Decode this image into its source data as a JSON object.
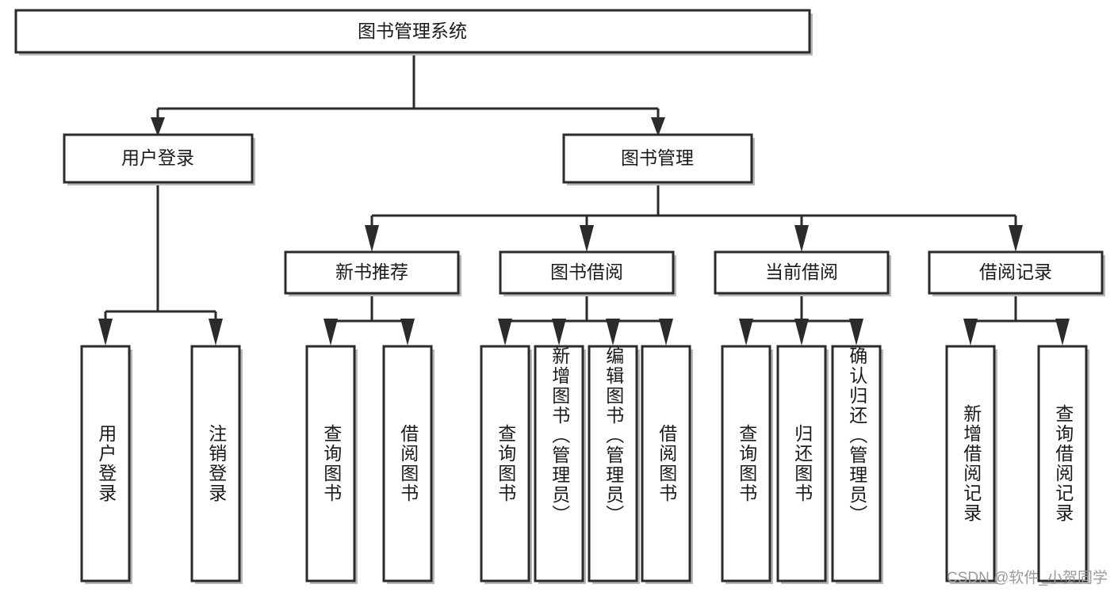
{
  "diagram": {
    "title": "图书管理系统",
    "type": "tree-hierarchy",
    "watermark": "CSDN @软件_小贺同学",
    "colors": {
      "box_stroke": "#2b2b2b",
      "box_fill": "#ffffff",
      "text": "#1a1a1a",
      "connector": "#2b2b2b",
      "watermark": "#9a9a9a",
      "background": "#ffffff"
    },
    "root": {
      "label": "图书管理系统"
    },
    "level2": [
      {
        "label": "用户登录"
      },
      {
        "label": "图书管理"
      }
    ],
    "level3": [
      {
        "label": "新书推荐"
      },
      {
        "label": "图书借阅"
      },
      {
        "label": "当前借阅"
      },
      {
        "label": "借阅记录"
      }
    ],
    "leaves": {
      "user_login": [
        {
          "label": "用户登录"
        },
        {
          "label": "注销登录"
        }
      ],
      "new_book_recommend": [
        {
          "label": "查询图书"
        },
        {
          "label": "借阅图书"
        }
      ],
      "book_borrow": [
        {
          "label": "查询图书"
        },
        {
          "label": "新增图书（管理员）"
        },
        {
          "label": "编辑图书（管理员）"
        },
        {
          "label": "借阅图书"
        }
      ],
      "current_borrow": [
        {
          "label": "查询图书"
        },
        {
          "label": "归还图书"
        },
        {
          "label": "确认归还（管理员）"
        }
      ],
      "borrow_record": [
        {
          "label": "新增借阅记录"
        },
        {
          "label": "查询借阅记录"
        }
      ]
    }
  }
}
